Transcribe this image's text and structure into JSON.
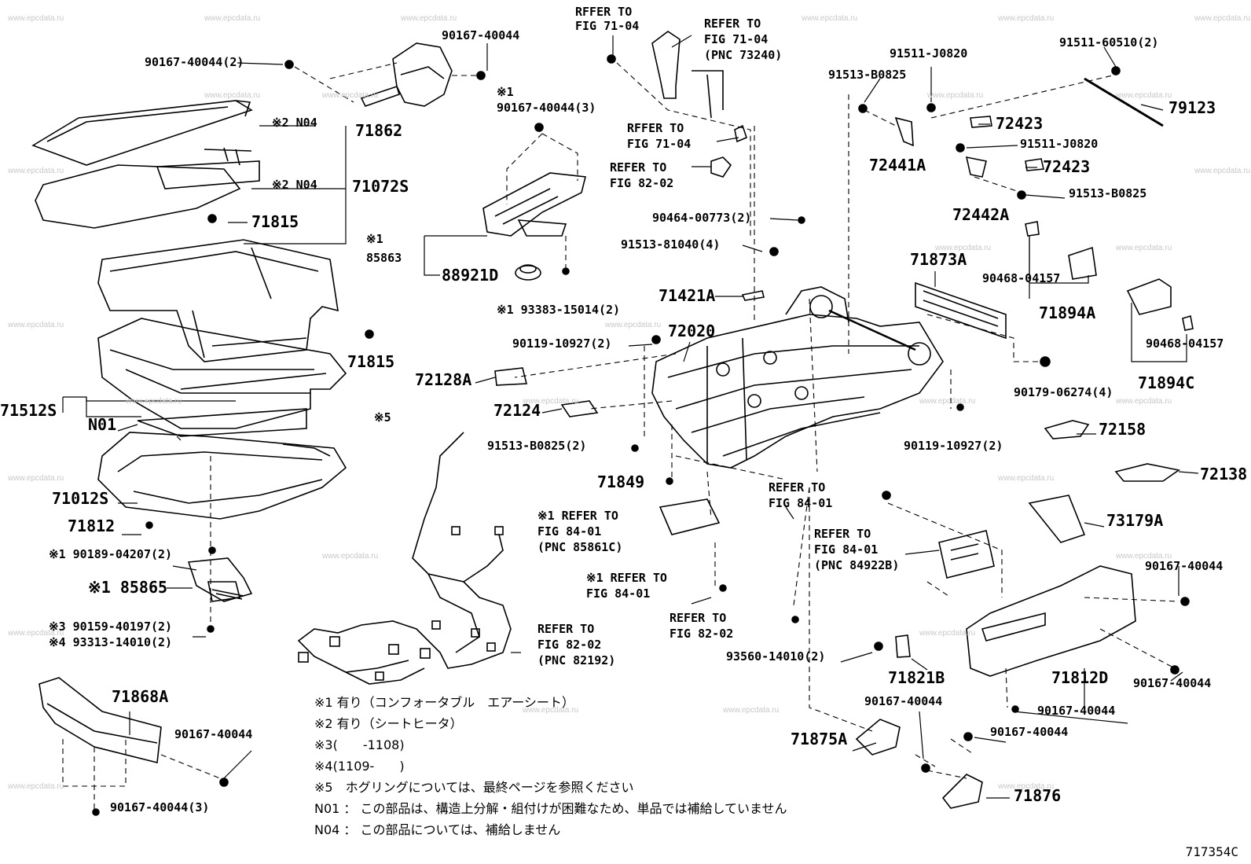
{
  "watermark": "www.epcdata.ru",
  "diagram_code": "717354C",
  "labels": [
    {
      "t": "90167-40044(2)",
      "c": "pn"
    },
    {
      "t": "90167-40044",
      "c": "pn"
    },
    {
      "t": "RFFER TO\nFIG 71-04",
      "c": "rf"
    },
    {
      "t": "REFER TO\nFIG 71-04\n(PNC 73240)",
      "c": "rf"
    },
    {
      "t": "91511-60510(2)",
      "c": "pn"
    },
    {
      "t": "91511-J0820",
      "c": "pn"
    },
    {
      "t": "91513-B0825",
      "c": "pn"
    },
    {
      "t": "79123",
      "c": "pb"
    },
    {
      "t": "72423",
      "c": "pb"
    },
    {
      "t": "※1\n90167-40044(3)",
      "c": "pn"
    },
    {
      "t": "※2 N04",
      "c": "pn"
    },
    {
      "t": "71862",
      "c": "pb"
    },
    {
      "t": "RFFER TO\nFIG 71-04",
      "c": "rf"
    },
    {
      "t": "72441A",
      "c": "pb"
    },
    {
      "t": "91511-J0820",
      "c": "pn"
    },
    {
      "t": "REFER TO\nFIG 82-02",
      "c": "rf"
    },
    {
      "t": "72423",
      "c": "pb"
    },
    {
      "t": "※2 N04",
      "c": "pn"
    },
    {
      "t": "71072S",
      "c": "pb"
    },
    {
      "t": "91513-B0825",
      "c": "pn"
    },
    {
      "t": "90464-00773(2)",
      "c": "pn"
    },
    {
      "t": "72442A",
      "c": "pb"
    },
    {
      "t": "71815",
      "c": "pb"
    },
    {
      "t": "※1\n85863",
      "c": "pn"
    },
    {
      "t": "91513-81040(4)",
      "c": "pn"
    },
    {
      "t": "71873A",
      "c": "pb"
    },
    {
      "t": "88921D",
      "c": "pb"
    },
    {
      "t": "90468-04157",
      "c": "pn"
    },
    {
      "t": "71421A",
      "c": "pb"
    },
    {
      "t": "※1 93383-15014(2)",
      "c": "pn"
    },
    {
      "t": "71894A",
      "c": "pb"
    },
    {
      "t": "72020",
      "c": "pb"
    },
    {
      "t": "71815",
      "c": "pb"
    },
    {
      "t": "90119-10927(2)",
      "c": "pn"
    },
    {
      "t": "90468-04157",
      "c": "pn"
    },
    {
      "t": "72128A",
      "c": "pb"
    },
    {
      "t": "90179-06274(4)",
      "c": "pn"
    },
    {
      "t": "71894C",
      "c": "pb"
    },
    {
      "t": "71512S",
      "c": "pb"
    },
    {
      "t": "※5",
      "c": "pn"
    },
    {
      "t": "72124",
      "c": "pb"
    },
    {
      "t": "N01",
      "c": "pb"
    },
    {
      "t": "72158",
      "c": "pb"
    },
    {
      "t": "91513-B0825(2)",
      "c": "pn"
    },
    {
      "t": "90119-10927(2)",
      "c": "pn"
    },
    {
      "t": "71849",
      "c": "pb"
    },
    {
      "t": "72138",
      "c": "pb"
    },
    {
      "t": "REFER TO\nFIG 84-01",
      "c": "rf"
    },
    {
      "t": "71012S",
      "c": "pb"
    },
    {
      "t": "※1 REFER TO\nFIG 84-01\n(PNC 85861C)",
      "c": "rf"
    },
    {
      "t": "73179A",
      "c": "pb"
    },
    {
      "t": "71812",
      "c": "pb"
    },
    {
      "t": "REFER TO\nFIG 84-01\n(PNC 84922B)",
      "c": "rf"
    },
    {
      "t": "※1 90189-04207(2)",
      "c": "pn"
    },
    {
      "t": "90167-40044",
      "c": "pn"
    },
    {
      "t": "※1 REFER TO\nFIG 84-01",
      "c": "rf"
    },
    {
      "t": "※1 85865",
      "c": "pb"
    },
    {
      "t": "REFER TO\nFIG 82-02",
      "c": "rf"
    },
    {
      "t": "※3 90159-40197(2)\n※4 93313-14010(2)",
      "c": "pn"
    },
    {
      "t": "REFER TO\nFIG 82-02\n(PNC 82192)",
      "c": "rf"
    },
    {
      "t": "93560-14010(2)",
      "c": "pn"
    },
    {
      "t": "71821B",
      "c": "pb"
    },
    {
      "t": "71812D",
      "c": "pb"
    },
    {
      "t": "90167-40044",
      "c": "pn"
    },
    {
      "t": "71868A",
      "c": "pb"
    },
    {
      "t": "90167-40044",
      "c": "pn"
    },
    {
      "t": "90167-40044",
      "c": "pn"
    },
    {
      "t": "90167-40044",
      "c": "pn"
    },
    {
      "t": "90167-40044",
      "c": "pn"
    },
    {
      "t": "71875A",
      "c": "pb"
    },
    {
      "t": "71876",
      "c": "pb"
    },
    {
      "t": "90167-40044(3)",
      "c": "pn"
    }
  ],
  "notes": [
    "※1 有り（コンフォータブル　エアーシート）",
    "※2 有り（シートヒータ）",
    "※3(　　-1108)",
    "※4(1109-　　)",
    "※5　ホグリングについては、最終ページを参照ください",
    "N01 ： この部品は、構造上分解・組付けが困難なため、単品では補給していません",
    "N04 ： この部品については、補給しません"
  ]
}
